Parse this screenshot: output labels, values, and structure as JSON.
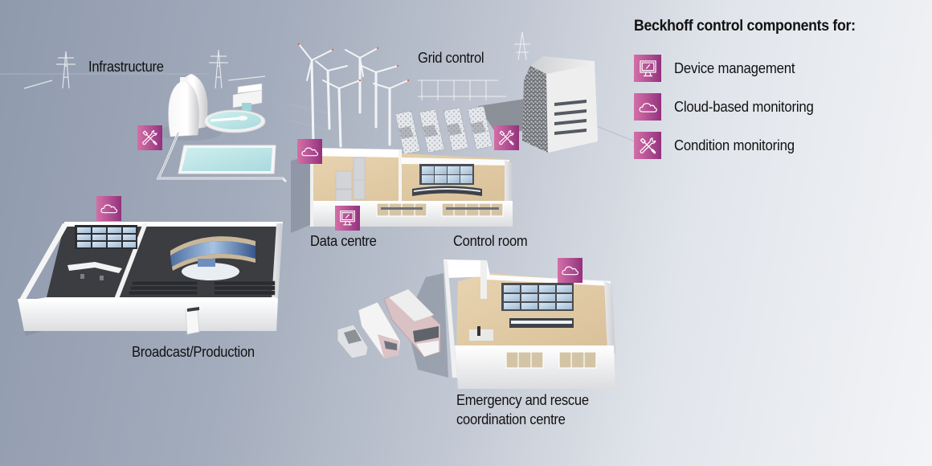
{
  "legend": {
    "title": "Beckhoff control components for:",
    "items": [
      {
        "icon": "monitor-icon",
        "label": "Device management"
      },
      {
        "icon": "cloud-icon",
        "label": "Cloud-based monitoring"
      },
      {
        "icon": "tools-icon",
        "label": "Condition monitoring"
      }
    ]
  },
  "areas": {
    "infrastructure": {
      "label": "Infrastructure",
      "badges": [
        "tools-icon"
      ]
    },
    "grid_control": {
      "label": "Grid control",
      "badges": [
        "tools-icon"
      ]
    },
    "data_centre": {
      "label": "Data centre",
      "badges": [
        "cloud-icon",
        "monitor-icon"
      ]
    },
    "control_room": {
      "label": "Control room",
      "badges": []
    },
    "broadcast": {
      "label": "Broadcast/Production",
      "badges": [
        "cloud-icon"
      ]
    },
    "emergency": {
      "label": "Emergency and rescue\ncoordination centre",
      "badges": [
        "cloud-icon"
      ]
    }
  },
  "colors": {
    "badge_gradient_start": "#d46fa6",
    "badge_gradient_end": "#93317c",
    "background_left": "#8f9aad",
    "background_right": "#f3f4f7",
    "text": "#111111"
  }
}
